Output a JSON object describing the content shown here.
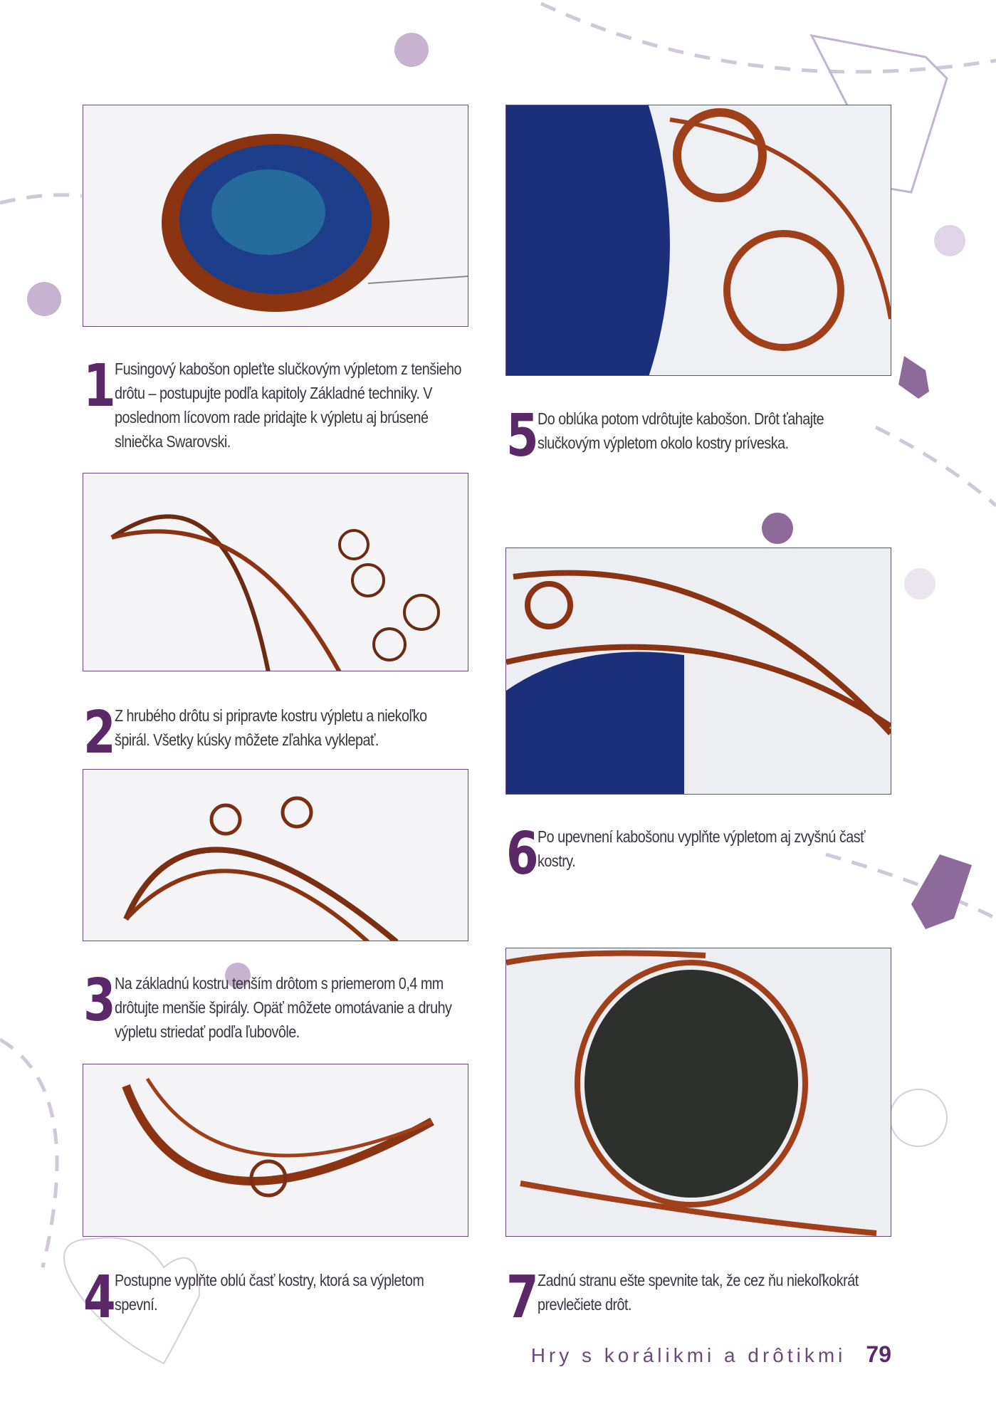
{
  "steps": [
    {
      "number": "1",
      "text": "Fusingový kabošon opleťte slučkovým výpletom z tenšieho drôtu – postupujte podľa kapitoly Základné techniky. V poslednom lícovom rade pridajte k výpletu aj brúsené slniečka Swarovski."
    },
    {
      "number": "2",
      "text": "Z hrubého drôtu si pripravte kostru výpletu a niekoľko špirál. Všetky kúsky môžete zľahka vyklepať."
    },
    {
      "number": "3",
      "text": "Na základnú kostru tenším drôtom s priemerom 0,4 mm drôtujte menšie špirály. Opäť môžete omotávanie a druhy výpletu striedať podľa ľubovôle."
    },
    {
      "number": "4",
      "text": "Postupne vyplňte oblú časť kostry, ktorá sa výpletom spevní."
    },
    {
      "number": "5",
      "text": "Do oblúka potom vdrôtujte kabošon. Drôt ťahajte slučkovým výpletom okolo kostry príveska."
    },
    {
      "number": "6",
      "text": "Po upevnení kabošonu vyplňte výpletom aj zvyšnú časť kostry."
    },
    {
      "number": "7",
      "text": "Zadnú stranu ešte spevnite tak, že cez ňu niekoľkokrát prevlečiete drôt."
    }
  ],
  "footer": {
    "title": "Hry s korálikmi a drôtikmi",
    "page": "79"
  },
  "colors": {
    "accent": "#5b2868",
    "wire": "#9a3a14"
  }
}
